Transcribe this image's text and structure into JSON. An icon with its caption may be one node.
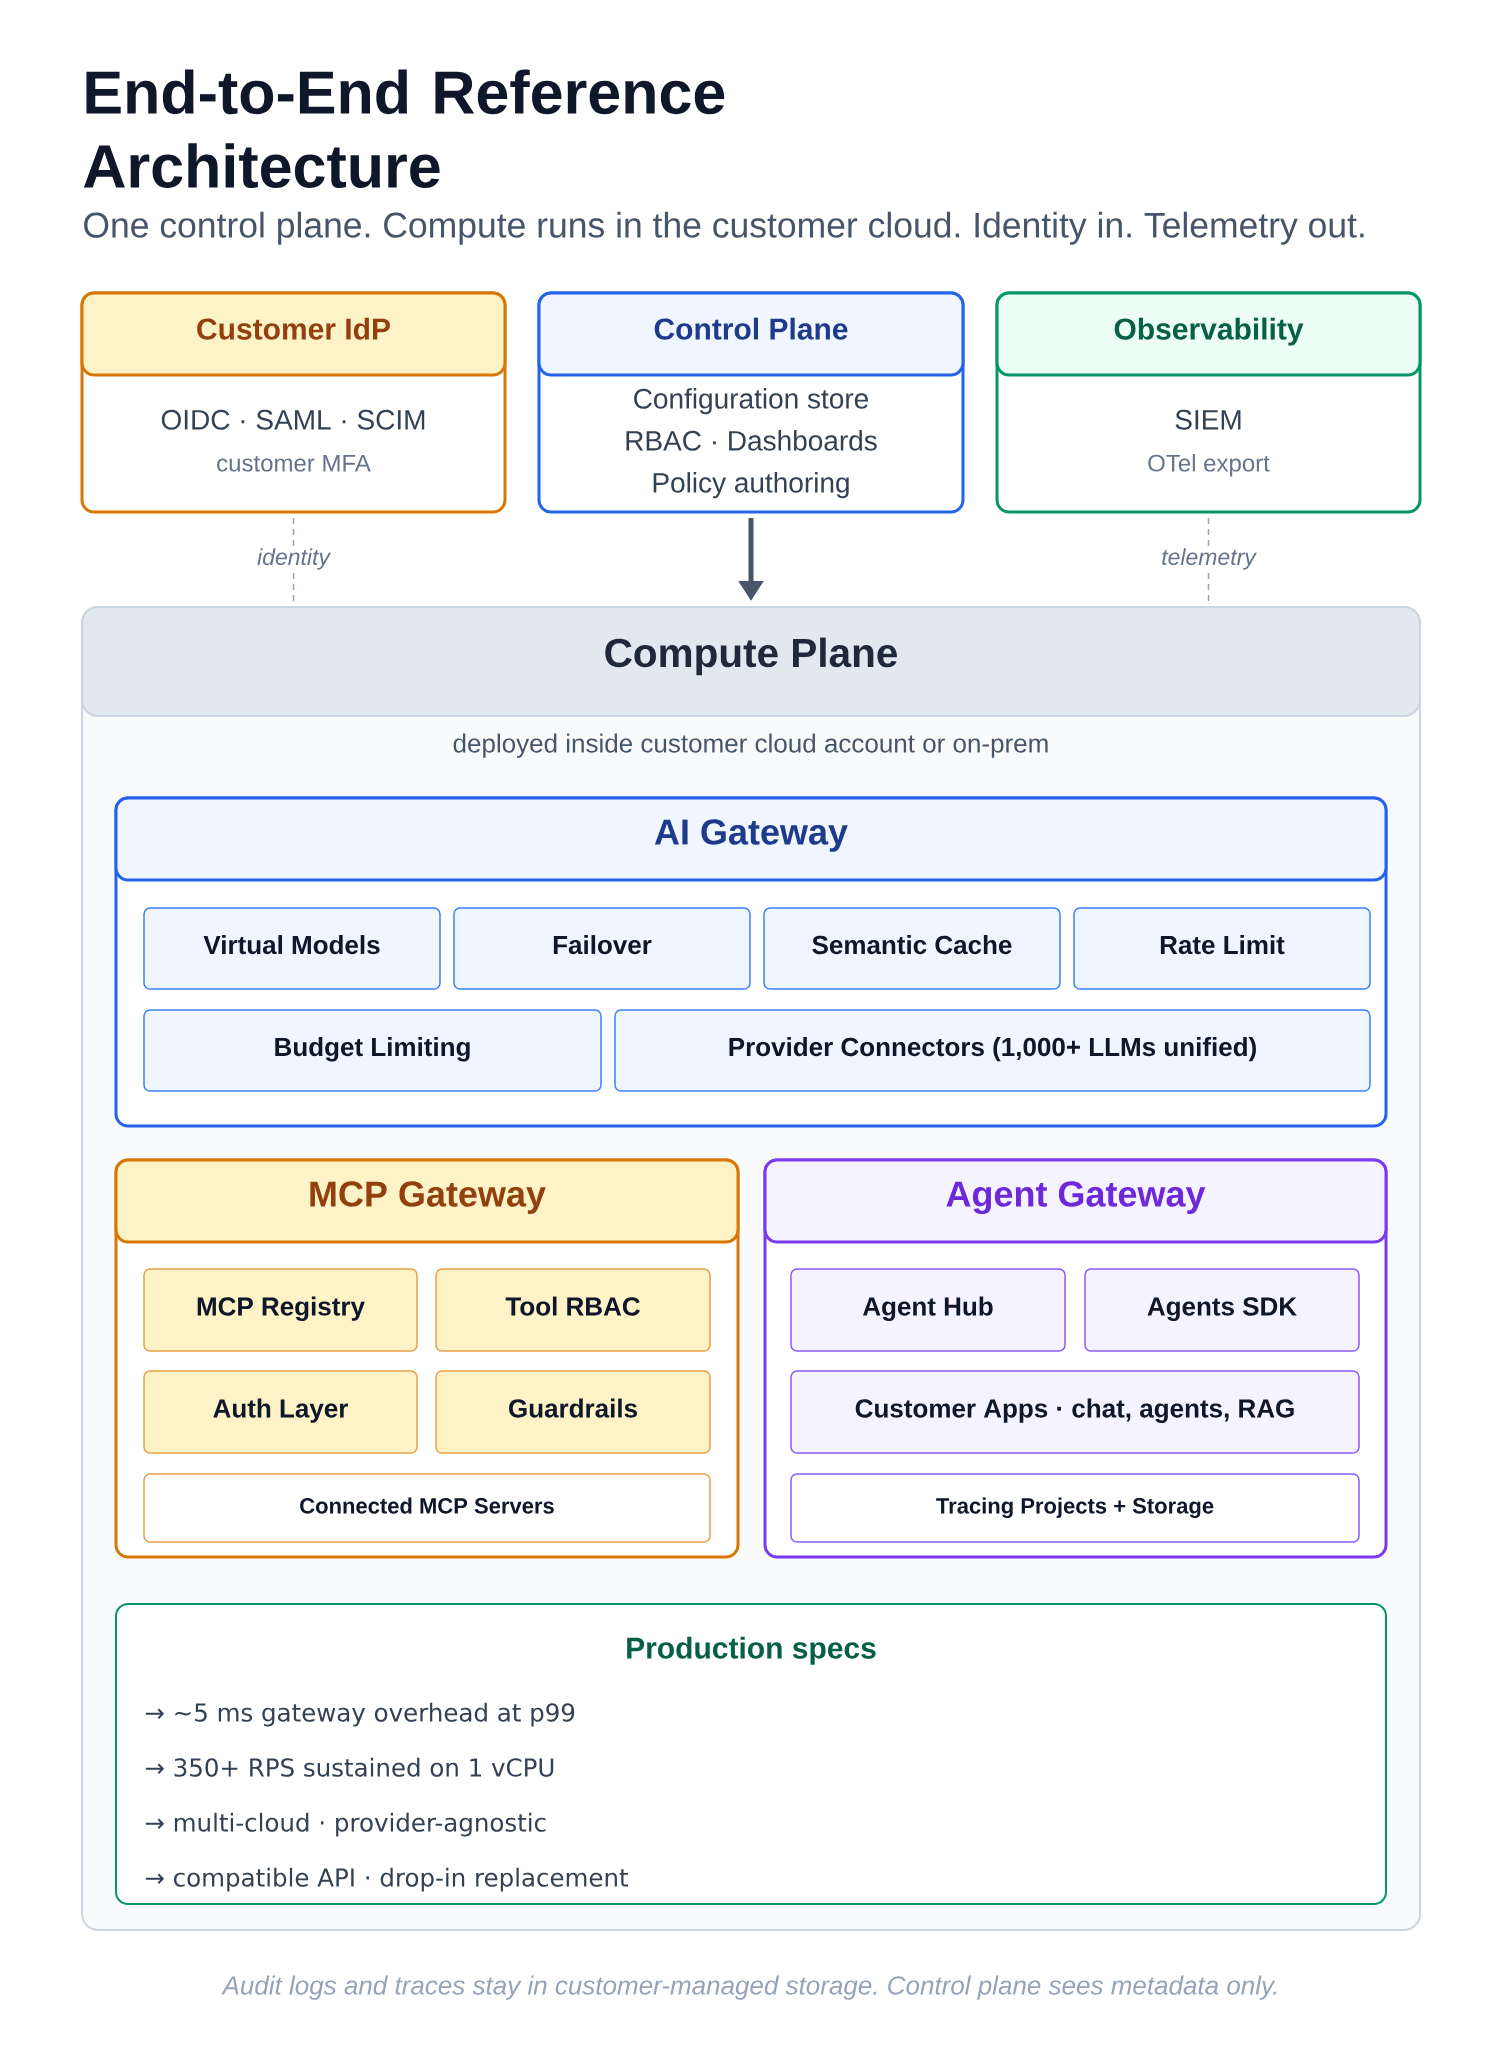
{
  "diagram": {
    "title": "End-to-End Reference Architecture",
    "caption": "Audit logs and traces stay in customer-managed storage. Control plane sees metadata only.",
    "nodes": [
      {
        "text": [
          "Customer IdP",
          "OIDC · SAML · SCIM",
          "customer MFA"
        ]
      },
      {
        "text": [
          "Control Plane",
          "Configuration store",
          "RBAC · Dashboards",
          "Policy authoring"
        ]
      },
      {
        "text": [
          "Observability",
          "SIEM",
          "OTel export"
        ]
      },
      {
        "text": [
          "Compute Plane",
          "deployed inside customer cloud account or on-prem"
        ]
      },
      {
        "text": [
          "AI Gateway"
        ],
        "in": 3
      },
      {
        "text": [
          "Virtual Models"
        ],
        "in": 4
      },
      {
        "text": [
          "Failover"
        ],
        "in": 4
      },
      {
        "text": [
          "Semantic Cache"
        ],
        "in": 4
      },
      {
        "text": [
          "Rate Limit"
        ],
        "in": 4
      },
      {
        "text": [
          "Budget Limiting"
        ],
        "in": 4
      },
      {
        "text": [
          "Provider Connectors (1,000+ LLMs unified)"
        ],
        "in": 4
      },
      {
        "text": [
          "MCP Gateway"
        ],
        "in": 3
      },
      {
        "text": [
          "MCP Registry"
        ],
        "in": 11
      },
      {
        "text": [
          "Tool RBAC"
        ],
        "in": 11
      },
      {
        "text": [
          "Auth Layer"
        ],
        "in": 11
      },
      {
        "text": [
          "Guardrails"
        ],
        "in": 11
      },
      {
        "text": [
          "Connected MCP Servers"
        ],
        "in": 11
      },
      {
        "text": [
          "Agent Gateway"
        ],
        "in": 3
      },
      {
        "text": [
          "Agent Hub"
        ],
        "in": 17
      },
      {
        "text": [
          "Agents SDK"
        ],
        "in": 17
      },
      {
        "text": [
          "Customer Apps · chat, agents, RAG"
        ],
        "in": 17
      },
      {
        "text": [
          "Tracing Projects + Storage"
        ],
        "in": 17
      },
      {
        "text": [
          "Production specs",
          "→ ~5 ms gateway overhead at p99",
          "→ 350+ RPS sustained on 1 vCPU",
          "→ multi-cloud · provider-agnostic",
          "→ compatible API · drop-in replacement"
        ],
        "in": 3
      }
    ],
    "edges": [
      {
        "from": 0,
        "to": 3,
        "arrow": "none",
        "label": "identity",
        "style": "dashed"
      },
      {
        "from": 1,
        "to": 3,
        "arrow": "to",
        "style": "thick",
        "color": "#475569"
      },
      {
        "from": 3,
        "to": 2,
        "arrow": "none",
        "label": "telemetry",
        "style": "dashed"
      }
    ],
    "labels": [
      "One control plane. Compute runs in the customer cloud. Identity in. Telemetry out."
    ]
  }
}
